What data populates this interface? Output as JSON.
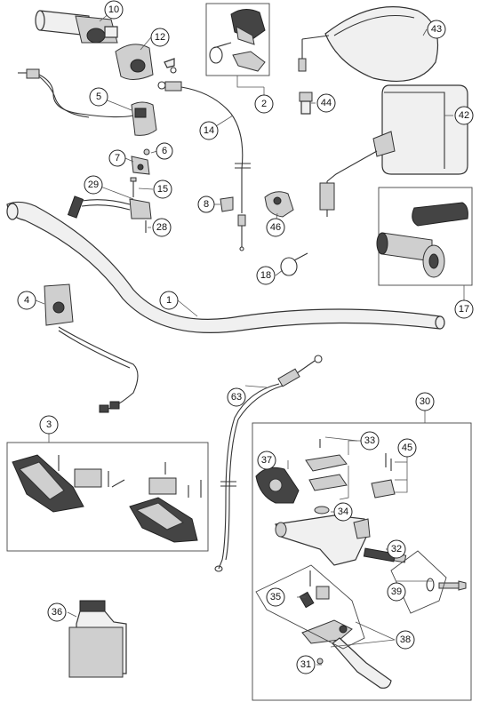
{
  "callouts": [
    {
      "id": "c10",
      "label": "10"
    },
    {
      "id": "c12",
      "label": "12"
    },
    {
      "id": "c2",
      "label": "2"
    },
    {
      "id": "c43",
      "label": "43"
    },
    {
      "id": "c5",
      "label": "5"
    },
    {
      "id": "c44",
      "label": "44"
    },
    {
      "id": "c42",
      "label": "42"
    },
    {
      "id": "c14",
      "label": "14"
    },
    {
      "id": "c6",
      "label": "6"
    },
    {
      "id": "c7",
      "label": "7"
    },
    {
      "id": "c29",
      "label": "29"
    },
    {
      "id": "c15",
      "label": "15"
    },
    {
      "id": "c28",
      "label": "28"
    },
    {
      "id": "c8",
      "label": "8"
    },
    {
      "id": "c46",
      "label": "46"
    },
    {
      "id": "c18",
      "label": "18"
    },
    {
      "id": "c4",
      "label": "4"
    },
    {
      "id": "c1",
      "label": "1"
    },
    {
      "id": "c17",
      "label": "17"
    },
    {
      "id": "c63",
      "label": "63"
    },
    {
      "id": "c30",
      "label": "30"
    },
    {
      "id": "c3",
      "label": "3"
    },
    {
      "id": "c33",
      "label": "33"
    },
    {
      "id": "c45",
      "label": "45"
    },
    {
      "id": "c37",
      "label": "37"
    },
    {
      "id": "c34",
      "label": "34"
    },
    {
      "id": "c32",
      "label": "32"
    },
    {
      "id": "c39",
      "label": "39"
    },
    {
      "id": "c35",
      "label": "35"
    },
    {
      "id": "c36",
      "label": "36"
    },
    {
      "id": "c38",
      "label": "38"
    },
    {
      "id": "c31",
      "label": "31"
    }
  ]
}
